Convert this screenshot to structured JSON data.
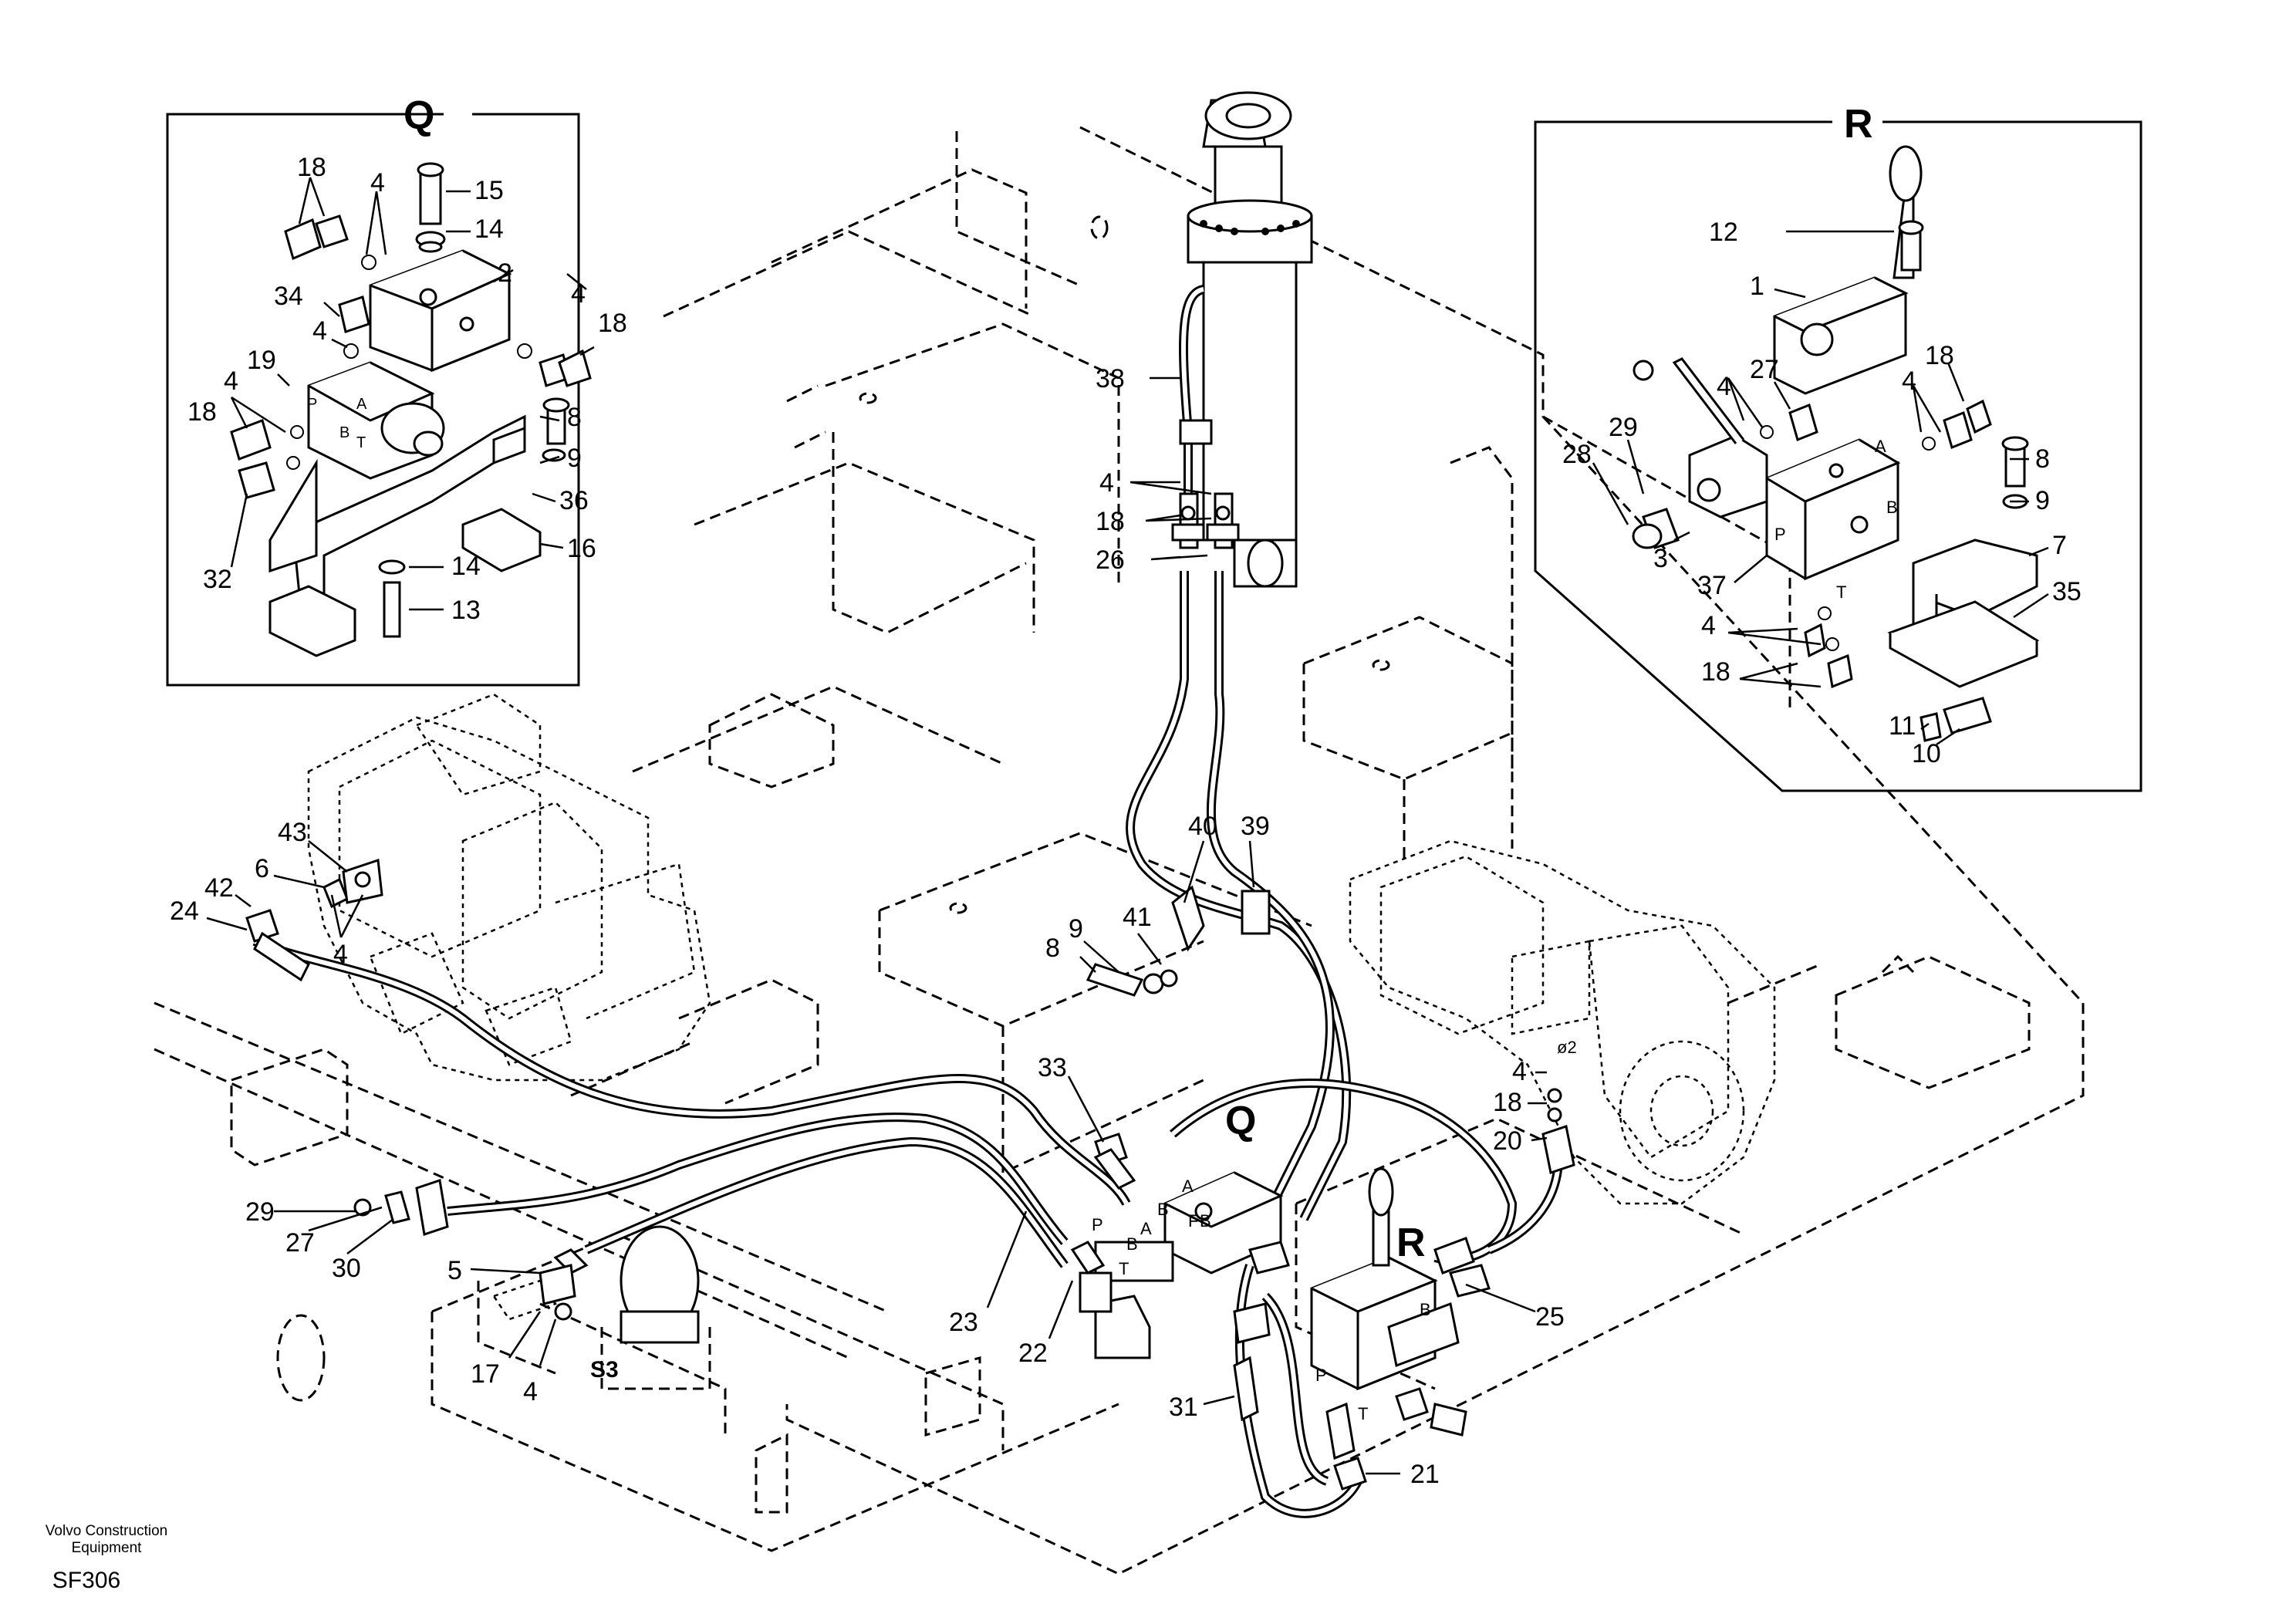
{
  "footer": {
    "company_line1": "Volvo Construction",
    "company_line2": "Equipment",
    "code": "SF306"
  },
  "inset_q": {
    "title": "Q"
  },
  "inset_r": {
    "title": "R"
  },
  "callouts_q": [
    {
      "id": "q15",
      "text": "15"
    },
    {
      "id": "q14a",
      "text": "14"
    },
    {
      "id": "q18a",
      "text": "18"
    },
    {
      "id": "q4a",
      "text": "4"
    },
    {
      "id": "q34",
      "text": "34"
    },
    {
      "id": "q2",
      "text": "2"
    },
    {
      "id": "q4b",
      "text": "4"
    },
    {
      "id": "q18b",
      "text": "18"
    },
    {
      "id": "q4c",
      "text": "4"
    },
    {
      "id": "q19",
      "text": "19"
    },
    {
      "id": "q18c",
      "text": "18"
    },
    {
      "id": "q4d",
      "text": "4"
    },
    {
      "id": "q8",
      "text": "8"
    },
    {
      "id": "q9",
      "text": "9"
    },
    {
      "id": "q36",
      "text": "36"
    },
    {
      "id": "q16",
      "text": "16"
    },
    {
      "id": "q32",
      "text": "32"
    },
    {
      "id": "q14b",
      "text": "14"
    },
    {
      "id": "q13",
      "text": "13"
    }
  ],
  "port_labels_q": [
    "P",
    "A",
    "B",
    "T"
  ],
  "callouts_r": [
    {
      "id": "r12",
      "text": "12"
    },
    {
      "id": "r1",
      "text": "1"
    },
    {
      "id": "r27",
      "text": "27"
    },
    {
      "id": "r18a",
      "text": "18"
    },
    {
      "id": "r4a",
      "text": "4"
    },
    {
      "id": "r4b",
      "text": "4"
    },
    {
      "id": "r29",
      "text": "29"
    },
    {
      "id": "r28",
      "text": "28"
    },
    {
      "id": "r8",
      "text": "8"
    },
    {
      "id": "r9",
      "text": "9"
    },
    {
      "id": "r3",
      "text": "3"
    },
    {
      "id": "r7",
      "text": "7"
    },
    {
      "id": "r37",
      "text": "37"
    },
    {
      "id": "r35",
      "text": "35"
    },
    {
      "id": "r4c",
      "text": "4"
    },
    {
      "id": "r18b",
      "text": "18"
    },
    {
      "id": "r11",
      "text": "11"
    },
    {
      "id": "r10",
      "text": "10"
    }
  ],
  "port_labels_r": [
    "A",
    "B",
    "P",
    "T"
  ],
  "callouts_main": [
    {
      "id": "m38",
      "text": "38"
    },
    {
      "id": "m4a",
      "text": "4"
    },
    {
      "id": "m18a",
      "text": "18"
    },
    {
      "id": "m26",
      "text": "26"
    },
    {
      "id": "m40",
      "text": "40"
    },
    {
      "id": "m39",
      "text": "39"
    },
    {
      "id": "m41",
      "text": "41"
    },
    {
      "id": "m9",
      "text": "9"
    },
    {
      "id": "m8",
      "text": "8"
    },
    {
      "id": "m43",
      "text": "43"
    },
    {
      "id": "m6",
      "text": "6"
    },
    {
      "id": "m42",
      "text": "42"
    },
    {
      "id": "m24",
      "text": "24"
    },
    {
      "id": "m4b",
      "text": "4"
    },
    {
      "id": "m33",
      "text": "33"
    },
    {
      "id": "m4c",
      "text": "4"
    },
    {
      "id": "m18b",
      "text": "18"
    },
    {
      "id": "m20",
      "text": "20"
    },
    {
      "id": "m29",
      "text": "29"
    },
    {
      "id": "m27",
      "text": "27"
    },
    {
      "id": "m30",
      "text": "30"
    },
    {
      "id": "m5",
      "text": "5"
    },
    {
      "id": "m17",
      "text": "17"
    },
    {
      "id": "m4d",
      "text": "4"
    },
    {
      "id": "m23",
      "text": "23"
    },
    {
      "id": "m22",
      "text": "22"
    },
    {
      "id": "m25",
      "text": "25"
    },
    {
      "id": "m31",
      "text": "31"
    },
    {
      "id": "m21",
      "text": "21"
    }
  ],
  "section_markers_main": {
    "q": "Q",
    "r": "R",
    "s3": "S3"
  },
  "port_labels_main": [
    "A",
    "B",
    "P",
    "A",
    "B",
    "T",
    "F",
    "B",
    "T",
    "B",
    "P"
  ],
  "tag_small": "ø2"
}
